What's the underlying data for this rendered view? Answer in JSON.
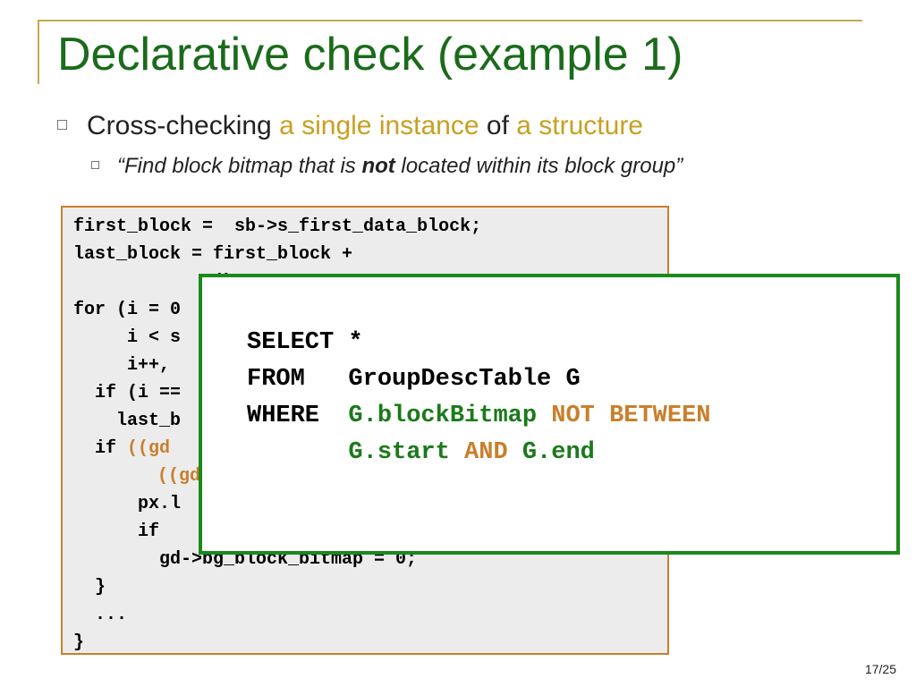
{
  "slide": {
    "title": "Declarative check (example 1)",
    "bullet1": {
      "part1": "Cross-checking ",
      "part2": "a single instance",
      "part3": " of ",
      "part4": "a structure"
    },
    "bullet2": {
      "part1": "“Find block bitmap that is ",
      "part2": "not",
      "part3": " located within its block group”"
    },
    "page_number": "17/25"
  },
  "code": {
    "line1": "first_block =  sb->s_first_data_block;",
    "line2": "last_block = first_block +",
    "line3": "             (b",
    "line4": "for (i = 0",
    "line5": "     i < s",
    "line6": "     i++,",
    "line7": "  if (i ==",
    "line8": "    last_b",
    "line9_a": "  if ",
    "line9_b": "((gd",
    "line10": "((gd",
    "line11": "      px.l",
    "line12": "      if",
    "line13": "        gd->bg_block_bitmap = 0;",
    "line14": "  }",
    "line15": "  ...",
    "line16": "}"
  },
  "sql": {
    "select_kw": "SELECT",
    "select_val": " *",
    "from_kw": "FROM",
    "from_val": "   GroupDescTable G",
    "where_kw": "WHERE",
    "where_val1": "  G.blockBitmap ",
    "where_op": "NOT BETWEEN",
    "line4_a": "       G.start ",
    "line4_and": "AND",
    "line4_b": " G.end"
  },
  "colors": {
    "title_green": "#1a6b1a",
    "highlight_gold": "#c8a020",
    "code_orange": "#c97f2c",
    "sql_border_green": "#1a8a1a"
  }
}
